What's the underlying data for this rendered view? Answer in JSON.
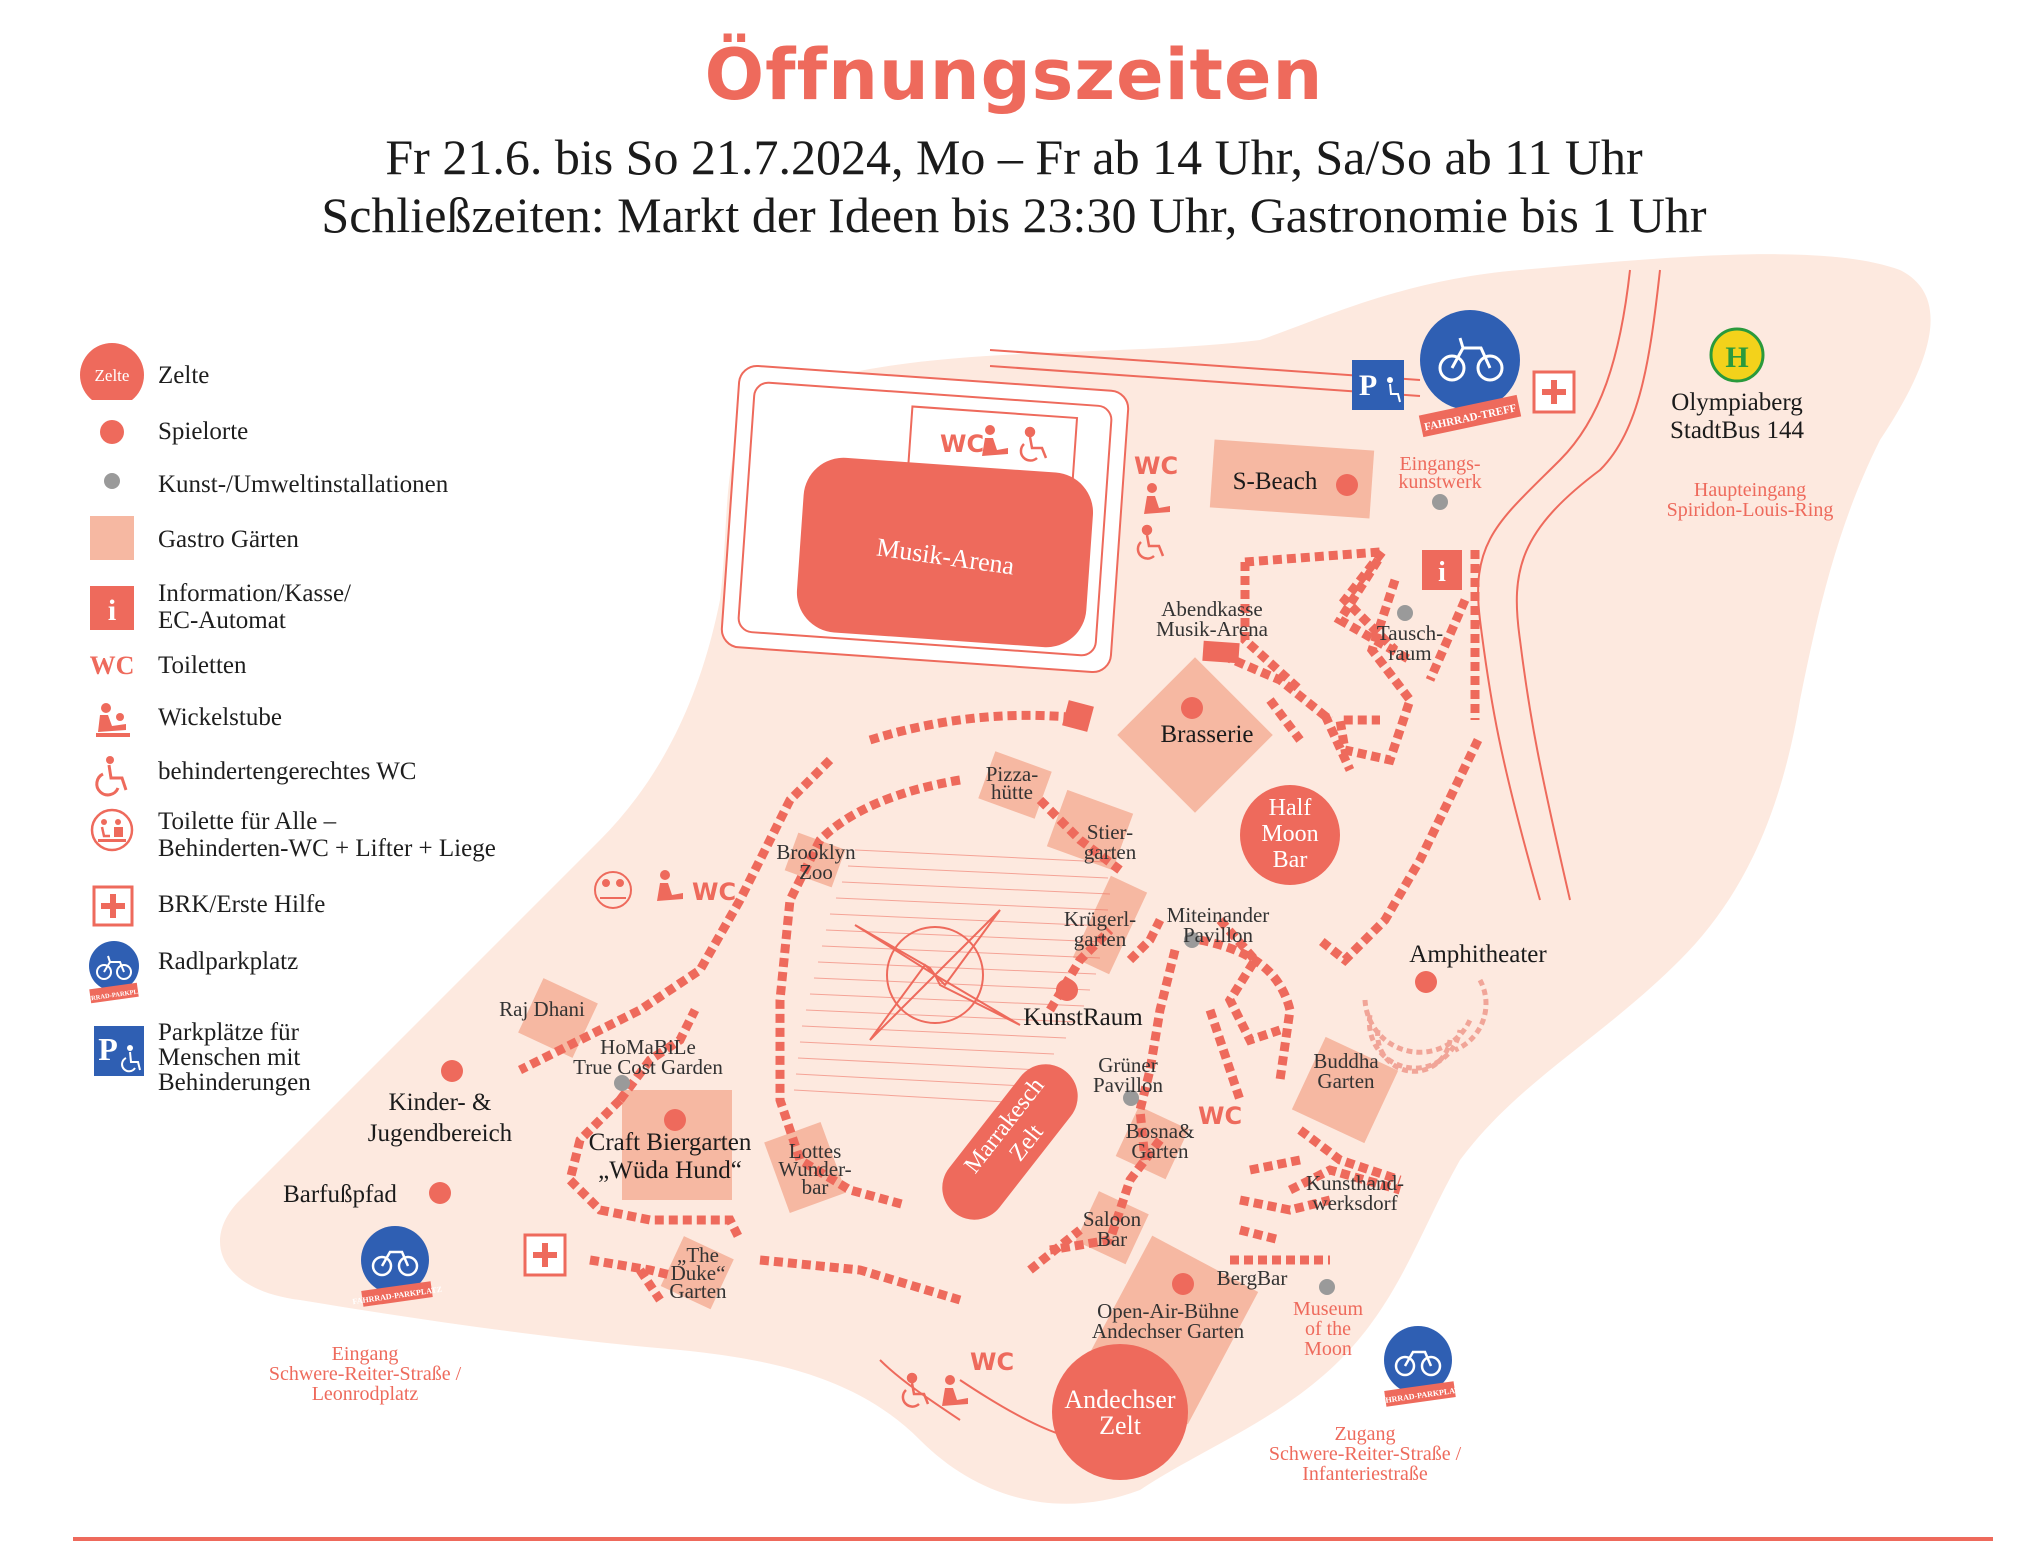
{
  "header": {
    "title": "Öffnungszeiten",
    "line1": "Fr 21.6. bis So 21.7.2024, Mo – Fr ab 14 Uhr, Sa/So ab 11 Uhr",
    "line2": "Schließzeiten: Markt der Ideen bis 23:30 Uhr, Gastronomie bis 1 Uhr"
  },
  "colors": {
    "accent": "#ee6a5c",
    "ground": "#fde9df",
    "garden": "#f6b8a2",
    "gray_dot": "#9a9a9a",
    "blue": "#2f5fb3",
    "bus_yellow": "#f3d21b",
    "bus_green": "#2a9a3c"
  },
  "legend": {
    "items": [
      {
        "symbol": "tent-circle",
        "symbol_text": "Zelte",
        "label": "Zelte"
      },
      {
        "symbol": "red-dot",
        "label": "Spielorte"
      },
      {
        "symbol": "gray-dot",
        "label": "Kunst-/Umweltinstallationen"
      },
      {
        "symbol": "garden-square",
        "label": "Gastro Gärten"
      },
      {
        "symbol": "info-icon",
        "symbol_text": "i",
        "label": "Information/Kasse/\nEC-Automat"
      },
      {
        "symbol": "wc-icon",
        "symbol_text": "WC",
        "label": "Toiletten"
      },
      {
        "symbol": "baby-changing-icon",
        "label": "Wickelstube"
      },
      {
        "symbol": "wheelchair-icon",
        "label": "behindertengerechtes WC"
      },
      {
        "symbol": "toilet-for-all-icon",
        "label": "Toilette für Alle –\nBehinderten-WC + Lifter + Liege"
      },
      {
        "symbol": "first-aid-icon",
        "label": "BRK/Erste Hilfe"
      },
      {
        "symbol": "bike-parking-icon",
        "symbol_text": "FAHRRAD-PARKPLATZ",
        "label": "Radlparkplatz"
      },
      {
        "symbol": "disabled-parking-icon",
        "symbol_text": "P",
        "label": "Parkplätze für\nMenschen mit\nBehinderungen"
      }
    ]
  },
  "map": {
    "tents": [
      {
        "id": "musik-arena",
        "label": "Musik-Arena"
      },
      {
        "id": "marrakesch",
        "label": "Marrakesch\nZelt"
      },
      {
        "id": "half-moon",
        "label": "Half\nMoon\nBar"
      },
      {
        "id": "andechser",
        "label": "Andechser\nZelt"
      }
    ],
    "places": {
      "s_beach": "S-Beach",
      "brasserie": "Brasserie",
      "kunstraum": "KunstRaum",
      "amphitheater": "Amphitheater",
      "kinder": "Kinder- &\nJugendbereich",
      "barfuss": "Barfußpfad",
      "craft": "Craft Biergarten\n„Wüda Hund“",
      "homabile": "HoMaBiLe\nTrue Cost Garden",
      "miteinander": "Miteinander\nPavillon",
      "gruener": "Grüner\nPavillon",
      "bergbar": "BergBar",
      "open_air": "Open-Air-Bühne\nAndechser Garten",
      "kunsthand": "Kunsthand-\nwerksdorf",
      "tauschraum": "Tausch-\nraum",
      "abendkasse": "Abendkasse\nMusik-Arena",
      "olympiaberg": "Olympiaberg\nStadtBus 144"
    },
    "gardens": {
      "pizza": "Pizza-\nhütte",
      "stier": "Stier-\ngarten",
      "brooklyn": "Brooklyn\nZoo",
      "kruegerl": "Krügerl-\ngarten",
      "raj": "Raj Dhani",
      "lottes": "Lottes\nWunder-\nbar",
      "buddha": "Buddha\nGarten",
      "bosna": "Bosna&\nGarten",
      "saloon": "Saloon\nBar",
      "duke": "„The\nDuke“\nGarten"
    },
    "red_labels": {
      "eingangskunstwerk": "Eingangs-\nkunstwerk",
      "haupteingang": "Haupteingang\nSpiridon-Louis-Ring",
      "museum": "Museum\nof the\nMoon",
      "eingang_west": "Eingang\nSchwere-Reiter-Straße /\nLeonrodplatz",
      "zugang_south": "Zugang\nSchwere-Reiter-Straße /\nInfanteriestraße"
    },
    "icons": {
      "wc": "WC",
      "info": "i",
      "bus_stop": "H",
      "bike_treff": "FAHRRAD-TREFF",
      "bike_parkplatz": "FAHRRAD-PARKPLATZ",
      "parking": "P"
    }
  }
}
